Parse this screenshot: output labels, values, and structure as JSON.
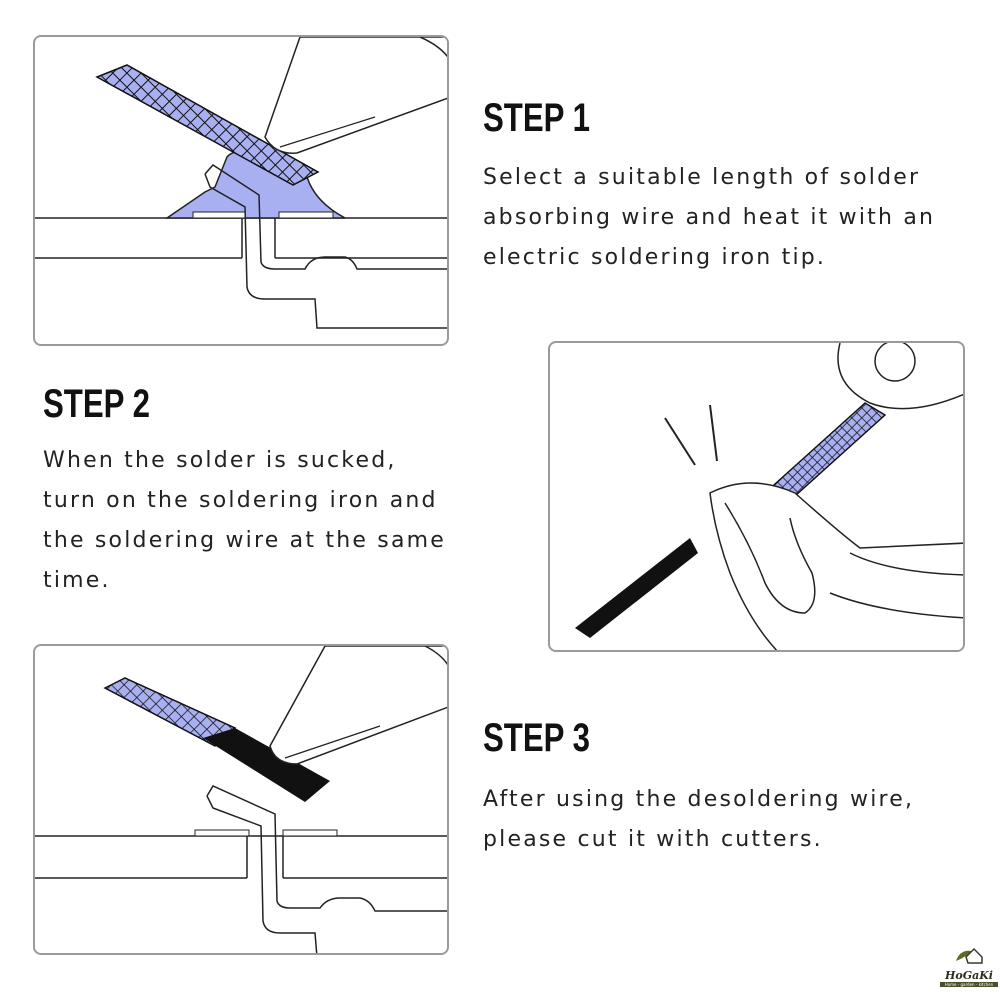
{
  "steps": [
    {
      "title": "STEP 1",
      "lines": [
        "Select a suitable length of solder",
        "absorbing wire and heat it with an",
        "electric soldering iron tip."
      ]
    },
    {
      "title": "STEP 2",
      "lines": [
        "When the solder is sucked,",
        "turn on the soldering iron and",
        "the soldering wire at the same",
        "time."
      ]
    },
    {
      "title": "STEP 3",
      "lines": [
        "After using the desoldering wire,",
        "please cut it with cutters."
      ]
    }
  ],
  "logo": {
    "name": "HoGaKi",
    "tagline": "Home - garden - kitchen"
  },
  "colors": {
    "solder_blue": "#a9b0f2",
    "panel_border": "#9a9a9a",
    "text": "#222222"
  }
}
